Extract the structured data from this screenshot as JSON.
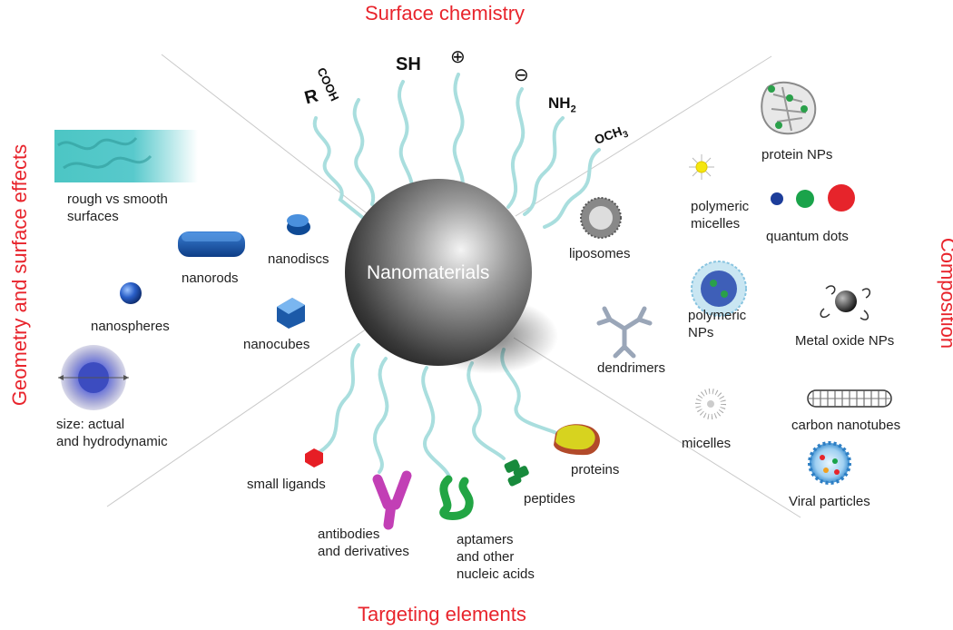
{
  "sections": {
    "top": "Surface chemistry",
    "bottom": "Targeting elements",
    "left": "Geometry and surface effects",
    "right": "Composition"
  },
  "center_label": "Nanomaterials",
  "surface_groups": {
    "r": "R",
    "cooh": "COOH",
    "sh": "SH",
    "plus": "⊕",
    "minus": "⊖",
    "nh2": "NH",
    "nh2_sub": "2",
    "och3": "OCH",
    "och3_sub": "3"
  },
  "geometry": {
    "rough": [
      "rough vs smooth",
      "surfaces"
    ],
    "nanorods": "nanorods",
    "nanodiscs": "nanodiscs",
    "nanospheres": "nanospheres",
    "nanocubes": "nanocubes",
    "size": [
      "size: actual",
      "and hydrodynamic"
    ]
  },
  "targeting": {
    "small_ligands": "small ligands",
    "antibodies": [
      "antibodies",
      "and derivatives"
    ],
    "aptamers": [
      "aptamers",
      "and other",
      "nucleic acids"
    ],
    "peptides": "peptides",
    "proteins": "proteins"
  },
  "composition": {
    "protein_nps": "protein NPs",
    "polymeric_micelles": [
      "polymeric",
      "micelles"
    ],
    "quantum_dots": "quantum dots",
    "liposomes": "liposomes",
    "polymeric_nps": [
      "polymeric",
      "NPs"
    ],
    "metal_oxide": "Metal oxide NPs",
    "dendrimers": "dendrimers",
    "micelles": "micelles",
    "carbon_nanotubes": "carbon nanotubes",
    "viral_particles": "Viral particles"
  },
  "colors": {
    "section_title": "#e8242c",
    "strand": "#a9dede",
    "blue_shape": "#1f5fa8",
    "antibody": "#c23fb5",
    "aptamer": "#22a544",
    "peptide": "#188a3c",
    "protein": "#d7d31f",
    "ligand": "#e61e25",
    "qd_blue": "#1d3d9a",
    "qd_green": "#1aa34a",
    "qd_red": "#e6242b"
  }
}
